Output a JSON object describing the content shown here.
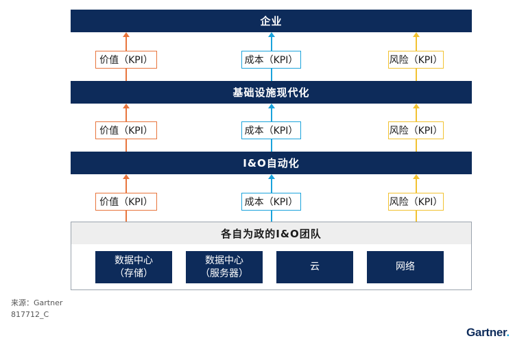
{
  "layers": {
    "enterprise": "企业",
    "infrastructure": "基础设施现代化",
    "io_automation": "I&O自动化"
  },
  "kpis": {
    "value": "价值（KPI）",
    "cost": "成本（KPI）",
    "risk": "风险（KPI）"
  },
  "kpi_colors": {
    "value": "#e8743b",
    "cost": "#1aa3dc",
    "risk": "#f2c230"
  },
  "teams": {
    "title": "各自为政的I&O团队",
    "items": [
      {
        "line1": "数据中心",
        "line2": "（存储）"
      },
      {
        "line1": "数据中心",
        "line2": "（服务器）"
      },
      {
        "line1": "云",
        "line2": ""
      },
      {
        "line1": "网络",
        "line2": ""
      }
    ]
  },
  "footer": {
    "source": "来源：Gartner",
    "code": "817712_C",
    "logo": "Gartner",
    "logo_dot": "."
  },
  "colors": {
    "band": "#0d2b5a",
    "group_header": "#eeeeee"
  }
}
